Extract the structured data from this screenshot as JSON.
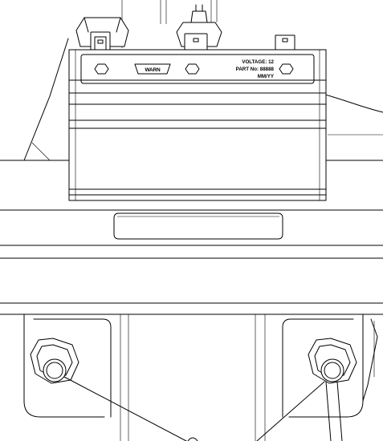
{
  "label_plate": {
    "brand": "WARN",
    "voltage": "VOLTAGE: 12",
    "part_no": "PART No: 88888",
    "date_code": "MM/YY"
  },
  "colors": {
    "line": "#000000",
    "background": "#ffffff"
  }
}
